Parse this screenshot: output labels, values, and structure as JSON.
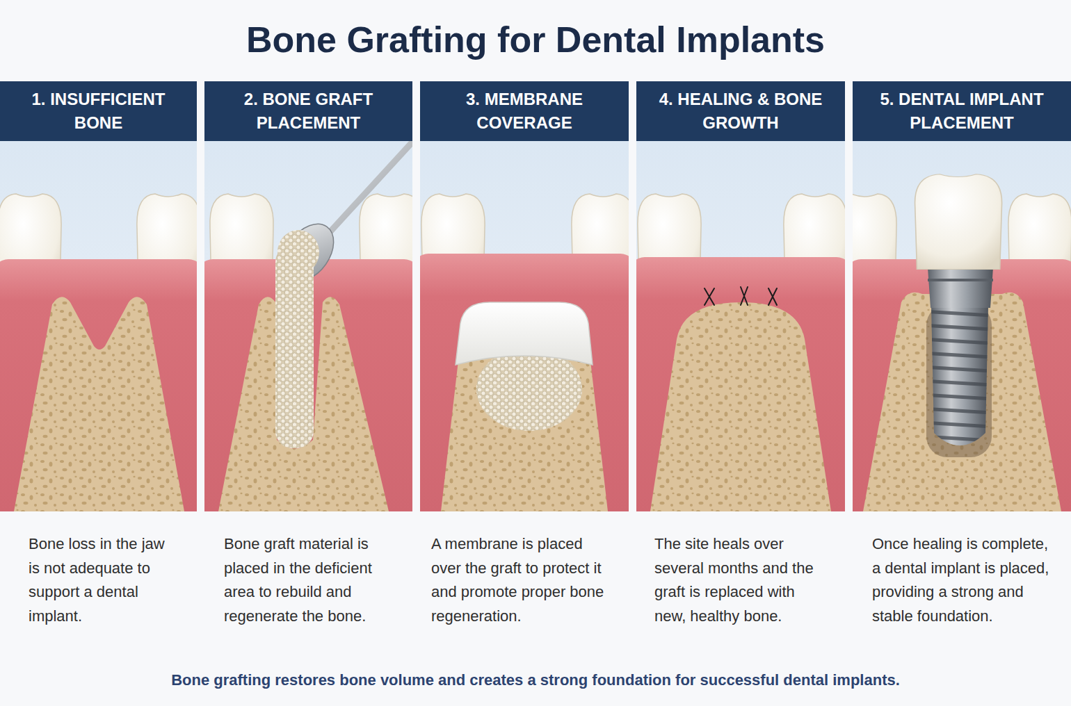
{
  "diagram": {
    "title": "Bone Grafting for Dental Implants",
    "caption": "Bone grafting restores bone volume and creates a strong foundation for successful dental implants.",
    "nodes": [
      {
        "text": [
          "1. INSUFFICIENT BONE"
        ]
      },
      {
        "text": [
          "2. BONE GRAFT PLACEMENT"
        ]
      },
      {
        "text": [
          "3. MEMBRANE COVERAGE"
        ]
      },
      {
        "text": [
          "4. HEALING & BONE GROWTH"
        ]
      },
      {
        "text": [
          "5. DENTAL IMPLANT PLACEMENT"
        ]
      }
    ],
    "labels": [
      "Bone loss in the jaw is not adequate to support a dental implant.",
      "Bone graft material is placed in the deficient area to rebuild and regenerate the bone.",
      "A membrane is placed over the graft to protect it and promote proper bone regeneration.",
      "The site heals over several months and the graft is replaced with new, healthy bone.",
      "Once healing is complete, a dental implant is placed, providing a strong and stable foundation."
    ]
  }
}
